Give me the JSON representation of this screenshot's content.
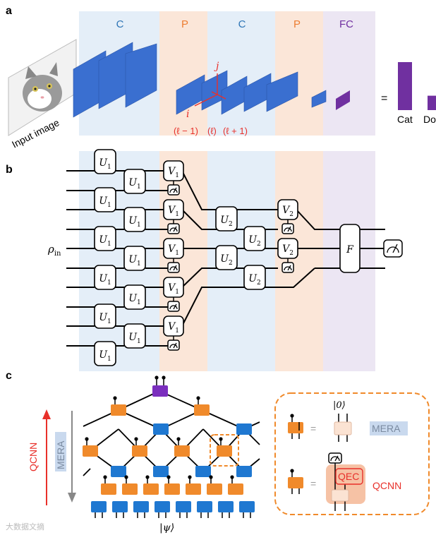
{
  "panels": {
    "a": "a",
    "b": "b",
    "c": "c"
  },
  "colors": {
    "c_band": "#e4eef8",
    "p_band": "#fbe6d8",
    "fc_band": "#ece6f3",
    "c_text": "#2e75b6",
    "p_text": "#ed7d31",
    "fc_text": "#7030a0",
    "feature_map": "#3a6fd0",
    "fc_block": "#7030a0",
    "red": "#e8302a",
    "orange_tensor": "#f08a2b",
    "blue_tensor": "#1f78d1",
    "purple_tensor": "#7b2fbe",
    "mera_highlight": "#c9d9ee",
    "qec_fill": "#f6c2a5"
  },
  "panel_a": {
    "layer_labels": [
      "C",
      "P",
      "C",
      "P",
      "FC"
    ],
    "input_caption": "Input image",
    "index_i": "i",
    "index_j": "j",
    "layer_indices": [
      "(ℓ − 1)",
      "(ℓ)",
      "(ℓ + 1)"
    ],
    "equals": "=",
    "output_labels": [
      "Cat",
      "Do"
    ],
    "output_values": [
      1.0,
      0.3
    ]
  },
  "panel_b": {
    "rho": "ρ",
    "rho_sub": "in",
    "u1": "U",
    "u1_sub": "1",
    "v1": "V",
    "v1_sub": "1",
    "u2": "U",
    "u2_sub": "2",
    "v2": "V",
    "v2_sub": "2",
    "f": "F"
  },
  "panel_c": {
    "qcnn": "QCNN",
    "mera": "MERA",
    "psi": "|ψ⟩",
    "ket0": "|0⟩",
    "equals": "=",
    "legend_mera": "MERA",
    "legend_qec": "QEC",
    "legend_qcnn": "QCNN",
    "watermark": "大数据文摘"
  }
}
